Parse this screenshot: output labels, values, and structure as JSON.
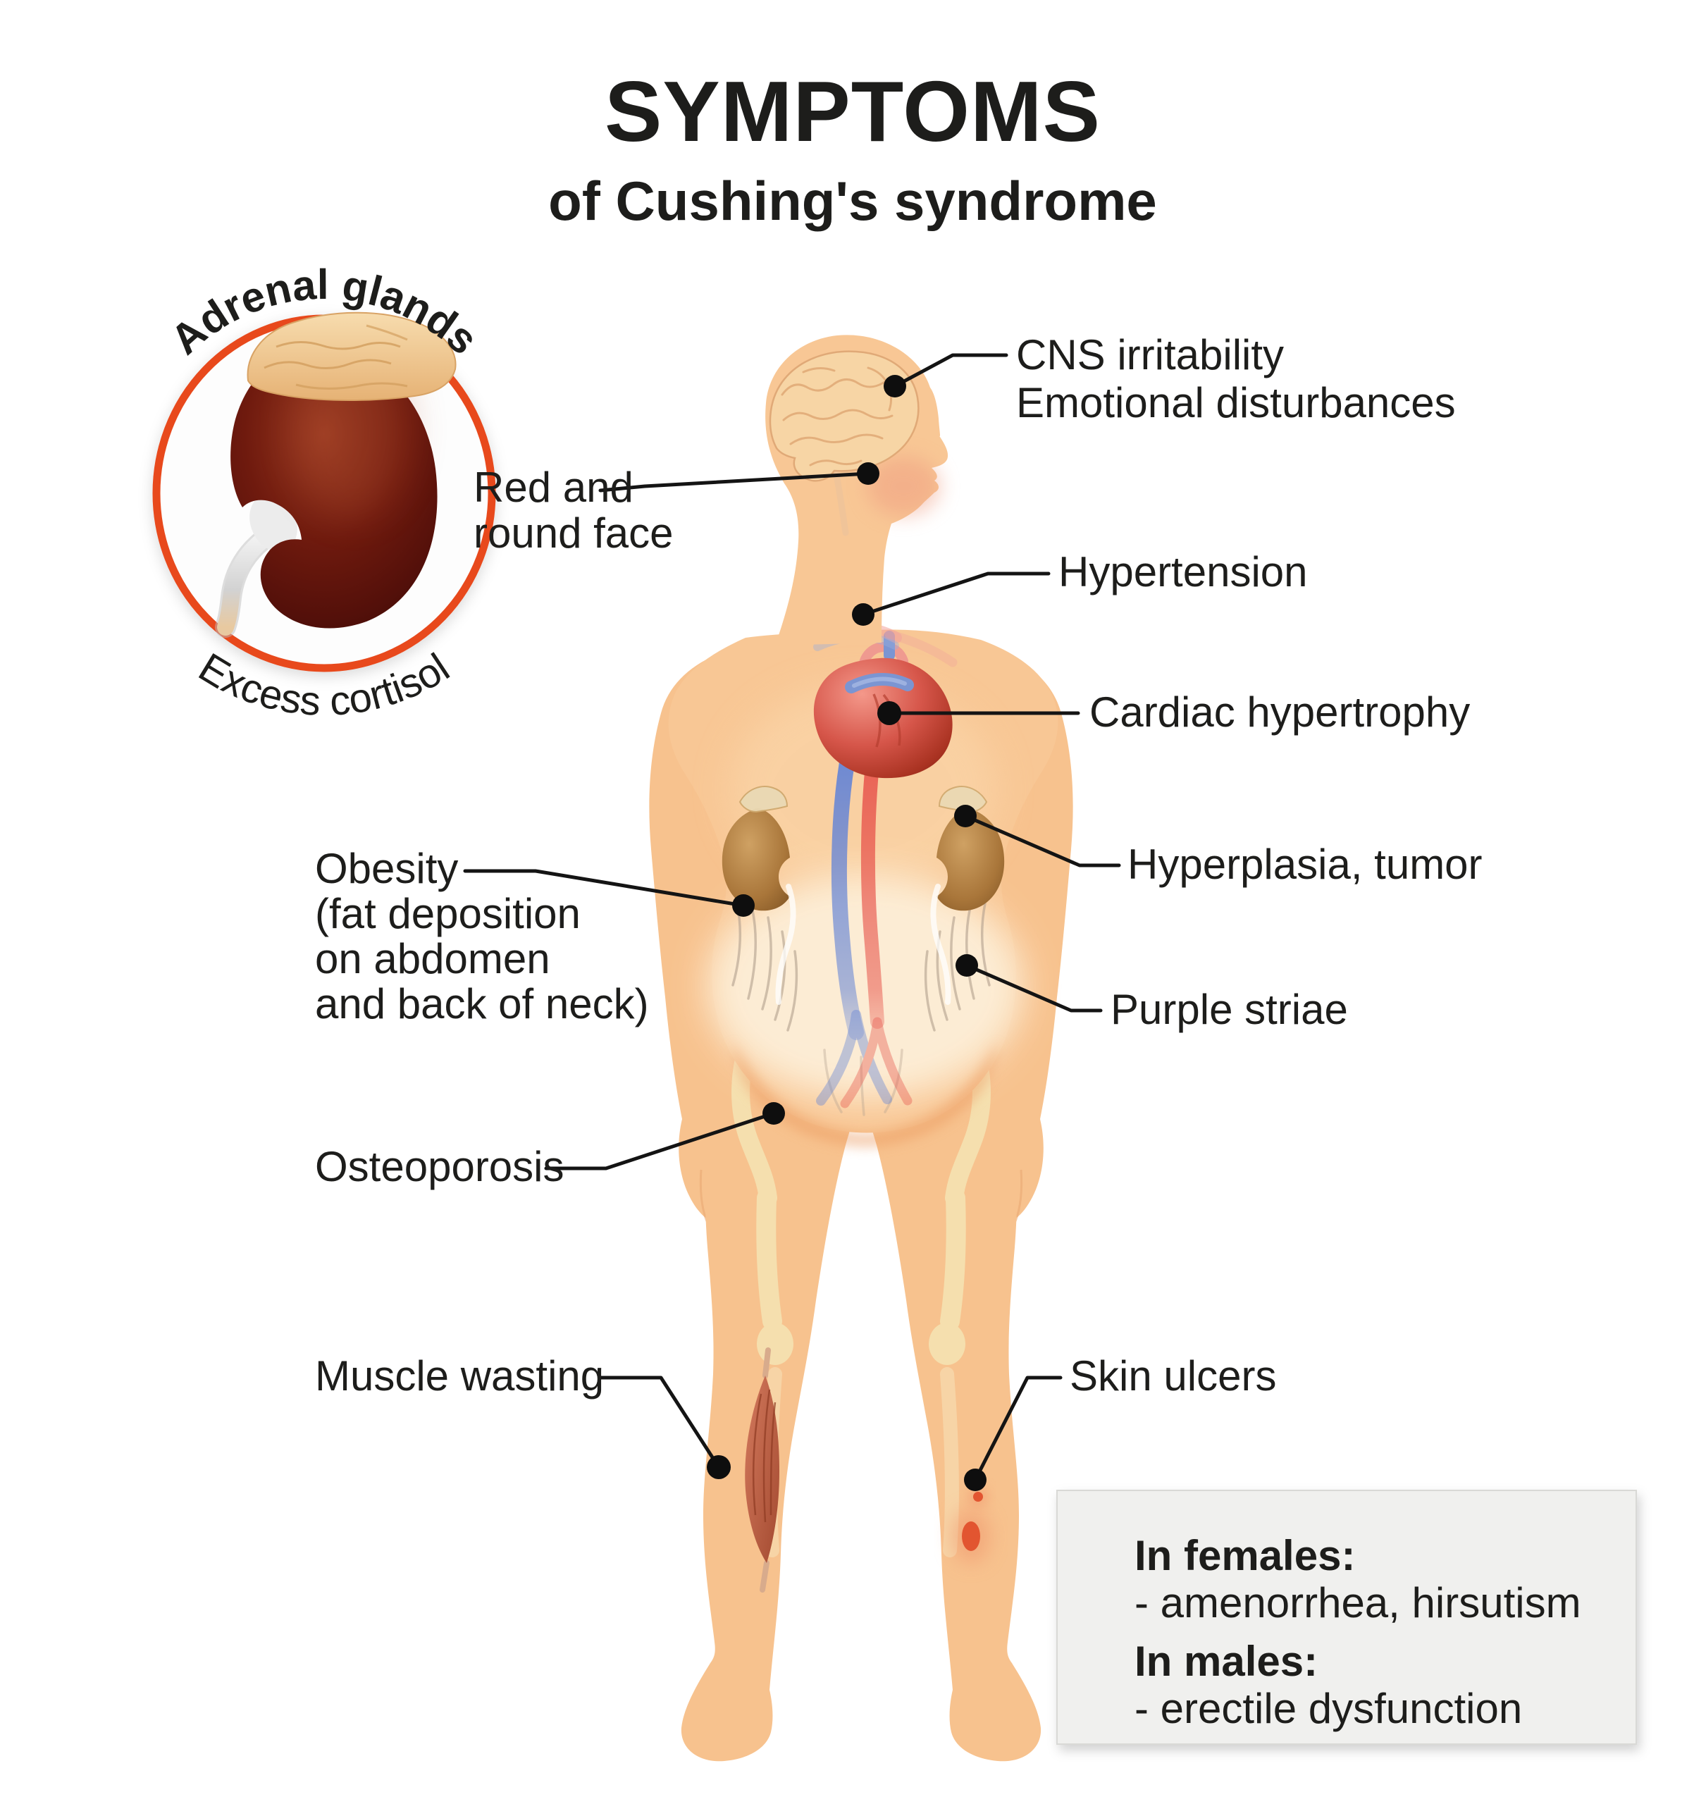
{
  "title": "SYMPTOMS",
  "subtitle": "of Cushing's syndrome",
  "inset": {
    "top_label": "Adrenal glands",
    "bottom_label": "Excess cortisol"
  },
  "labels": {
    "cns_line1": "CNS irritability",
    "cns_line2": "Emotional disturbances",
    "red_face_line1": "Red and",
    "red_face_line2": "round face",
    "hypertension": "Hypertension",
    "cardiac": "Cardiac hypertrophy",
    "obesity_line1": "Obesity",
    "obesity_line2": "(fat deposition",
    "obesity_line3": "on abdomen",
    "obesity_line4": "and back of neck)",
    "hyperplasia": "Hyperplasia, tumor",
    "purple_striae": "Purple striae",
    "osteoporosis": "Osteoporosis",
    "muscle_wasting": "Muscle wasting",
    "skin_ulcers": "Skin ulcers"
  },
  "info_box": {
    "females_heading": "In females:",
    "females_item": "- amenorrhea, hirsutism",
    "males_heading": "In males:",
    "males_item": "- erectile dysfunction"
  },
  "colors": {
    "accent_ring": "#e8481c",
    "skin": "#f8c795",
    "label_text": "#1d1d1b",
    "leader_line": "#141414",
    "info_box_bg": "#f0f0ee",
    "info_box_border": "#d9d9d6",
    "heart_red": "#d6564a",
    "artery_red": "#e85a50",
    "vein_blue": "#6484d6",
    "kidney_brown": "#a9763a",
    "inset_kidney_maroon": "#6f1a0e",
    "bone_cream": "#f5dfae"
  }
}
